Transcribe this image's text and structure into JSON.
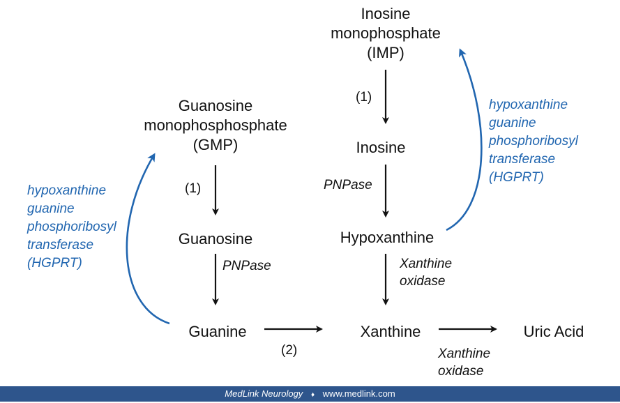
{
  "nodes": {
    "imp": [
      "Inosine",
      "monophosphate",
      "(IMP)"
    ],
    "gmp": [
      "Guanosine",
      "monophosphosphate",
      "(GMP)"
    ],
    "inosine": "Inosine",
    "guanosine": "Guanosine",
    "hypoxanthine": "Hypoxanthine",
    "guanine": "Guanine",
    "xanthine": "Xanthine",
    "uric_acid": "Uric Acid"
  },
  "step_labels": {
    "imp_to_inosine": "(1)",
    "gmp_to_guanosine": "(1)",
    "guanine_to_xanthine": "(2)"
  },
  "enzymes": {
    "inosine_to_hypoxanthine": "PNPase",
    "guanosine_to_guanine": "PNPase",
    "hypoxanthine_to_xanthine": [
      "Xanthine",
      "oxidase"
    ],
    "xanthine_to_uric_acid": [
      "Xanthine",
      "oxidase"
    ],
    "hgprt_right": [
      "hypoxanthine",
      "guanine",
      "phosphoribosyl",
      "transferase",
      "(HGPRT)"
    ],
    "hgprt_left": [
      "hypoxanthine",
      "guanine",
      "phosphoribosyl",
      "transferase",
      "(HGPRT)"
    ]
  },
  "footer": {
    "brand": "MedLink Neurology",
    "separator": "♦",
    "url": "www.medlink.com"
  },
  "colors": {
    "enzyme_blue": "#2166b0",
    "footer_bg": "#2e558c"
  }
}
